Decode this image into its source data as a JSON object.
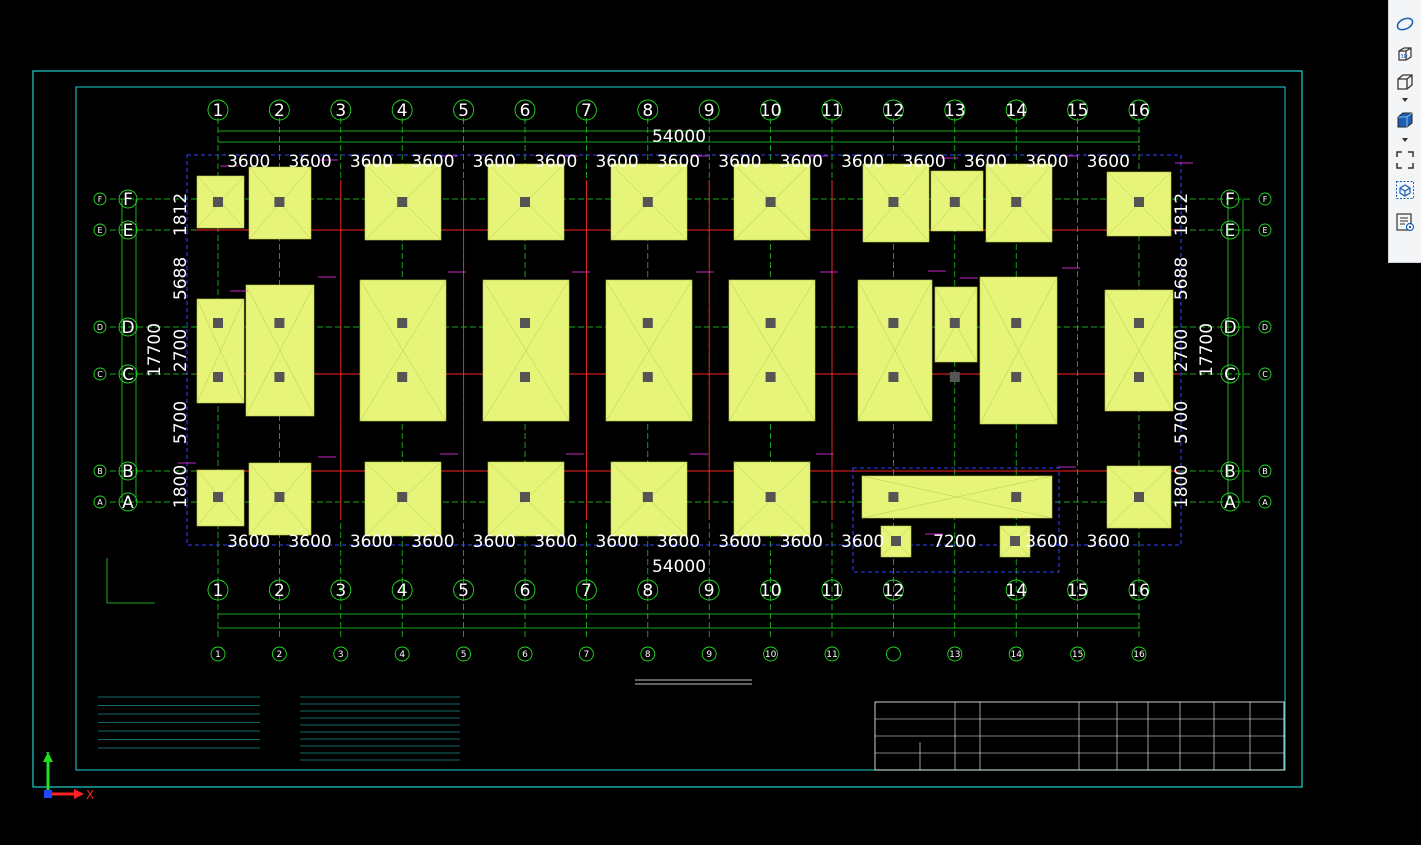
{
  "toolbar": {
    "items": [
      {
        "name": "orbit",
        "label": "Orbit"
      },
      {
        "name": "view-3d",
        "label": "3D"
      },
      {
        "name": "view-cube",
        "label": "View"
      },
      {
        "name": "visual-style",
        "label": "Style"
      },
      {
        "name": "fullscreen",
        "label": "Fullscreen"
      },
      {
        "name": "model-box",
        "label": "Model"
      },
      {
        "name": "properties",
        "label": "Properties"
      }
    ]
  },
  "drawing": {
    "top_axes": [
      "1",
      "2",
      "3",
      "4",
      "5",
      "6",
      "7",
      "8",
      "9",
      "10",
      "11",
      "12",
      "13",
      "14",
      "15",
      "16"
    ],
    "bottom_axes_large": [
      "1",
      "2",
      "3",
      "4",
      "5",
      "6",
      "7",
      "8",
      "9",
      "10",
      "11",
      "12",
      "14",
      "15",
      "16"
    ],
    "bottom_axes_small": [
      "1",
      "2",
      "3",
      "4",
      "5",
      "6",
      "7",
      "8",
      "9",
      "10",
      "11",
      "",
      "13",
      "14",
      "15",
      "16"
    ],
    "row_labels": [
      "F",
      "E",
      "D",
      "C",
      "B",
      "A"
    ],
    "total_length": "54000",
    "top_spans": [
      "3600",
      "3600",
      "3600",
      "3600",
      "3600",
      "3600",
      "3600",
      "3600",
      "3600",
      "3600",
      "3600",
      "3600",
      "3600",
      "3600",
      "3600"
    ],
    "bottom_spans": [
      "3600",
      "3600",
      "3600",
      "3600",
      "3600",
      "3600",
      "3600",
      "3600",
      "3600",
      "3600",
      "3600",
      "7200",
      "3600",
      "3600"
    ],
    "left_dims": [
      "1812",
      "5688",
      "2700",
      "5700",
      "1800"
    ],
    "left_total": "17700",
    "right_dims": [
      "1812",
      "5688",
      "2700",
      "5700",
      "1800"
    ],
    "right_total": "17700",
    "axis_y": "Y",
    "axis_x": "X"
  }
}
